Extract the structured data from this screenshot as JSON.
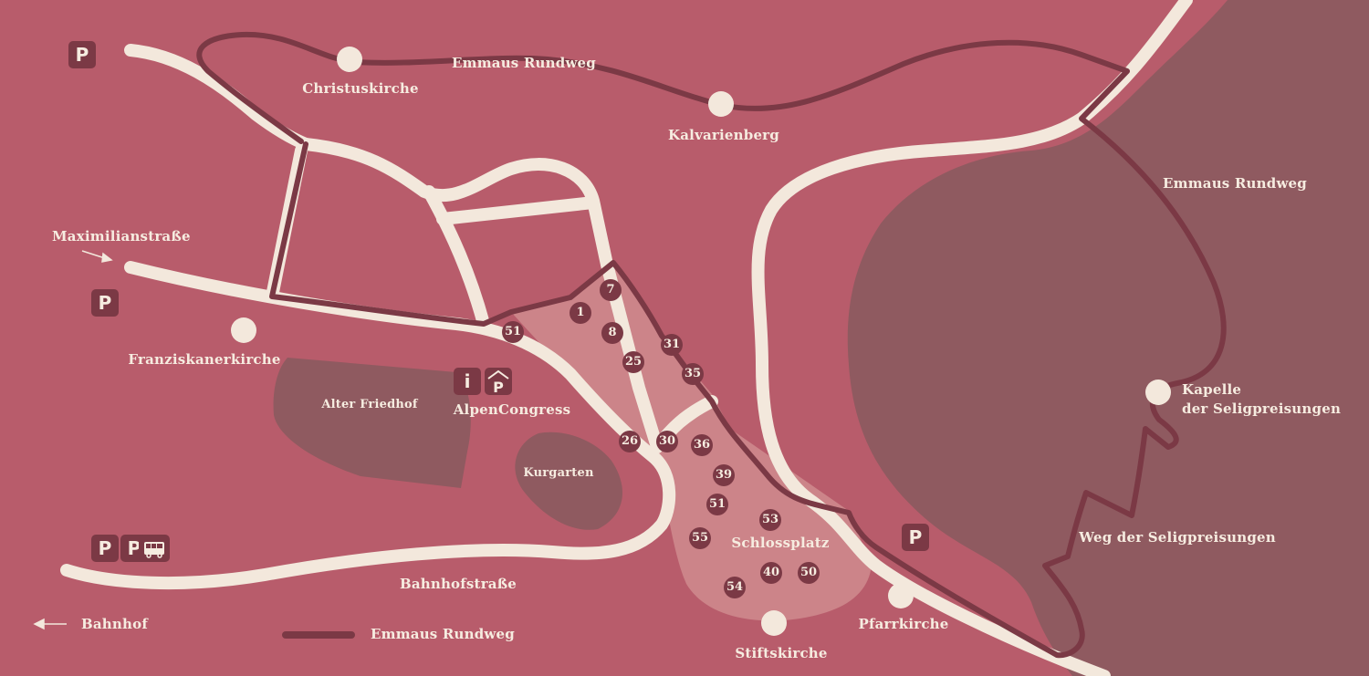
{
  "colors": {
    "background": "#b85c6b",
    "road": "#f3e8dc",
    "route": "#7b3945",
    "dark_area": "#8f5a60",
    "old_town": "#cc8489",
    "marker": "#f3e8dc"
  },
  "places": {
    "christuskirche": "Christuskirche",
    "kalvarienberg": "Kalvarienberg",
    "franziskanerkirche": "Franziskanerkirche",
    "alter_friedhof": "Alter Friedhof",
    "kurgarten": "Kurgarten",
    "alpencongress": "AlpenCongress",
    "schlossplatz": "Schlossplatz",
    "stiftskirche": "Stiftskirche",
    "pfarrkirche": "Pfarrkirche",
    "kapelle": [
      "Kapelle",
      "der Seligpreisungen"
    ],
    "weg_seligpreisungen": "Weg der Seligpreisungen"
  },
  "streets": {
    "maximilianstrasse": "Maximilianstraße",
    "bahnhofstrasse": "Bahnhofstraße",
    "bahnhof": "Bahnhof"
  },
  "route_labels": {
    "top": "Emmaus Rundweg",
    "right": "Emmaus Rundweg"
  },
  "legend": {
    "route_label": "Emmaus Rundweg"
  },
  "icons": {
    "parking_letter": "P",
    "info_letter": "i"
  },
  "house_numbers": {
    "n1": "1",
    "n7": "7",
    "n8": "8",
    "n25": "25",
    "n31": "31",
    "n35": "35",
    "n51a": "51",
    "n26": "26",
    "n30": "30",
    "n36": "36",
    "n39": "39",
    "n51b": "51",
    "n53": "53",
    "n55": "55",
    "n40": "40",
    "n50": "50",
    "n54": "54"
  }
}
